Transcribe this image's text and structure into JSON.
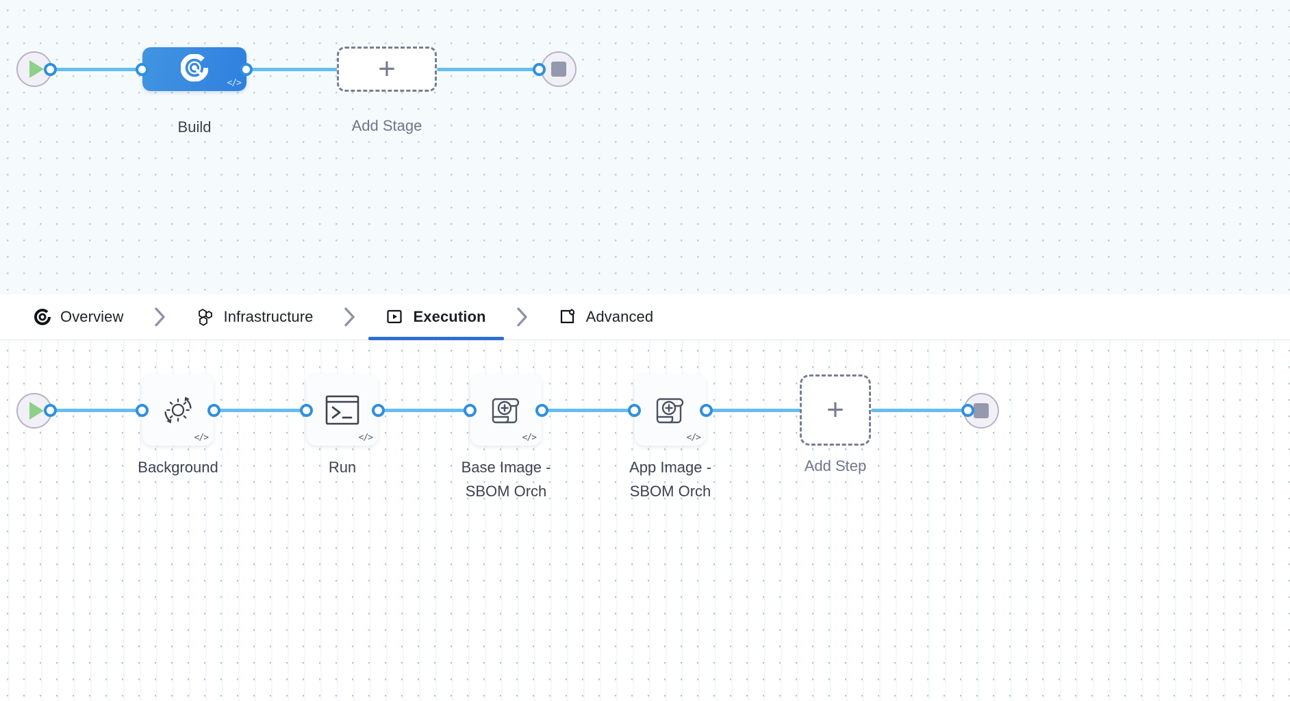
{
  "stage_canvas": {
    "name": "pipeline-stage-canvas",
    "start_node": {
      "icon": "play-icon",
      "label": ""
    },
    "end_node": {
      "icon": "stop-icon",
      "label": ""
    },
    "stages": [
      {
        "id": "build",
        "label": "Build",
        "icon": "harness-pie-icon",
        "badge": "</>",
        "selected": true
      }
    ],
    "add_stage": {
      "label": "Add Stage",
      "icon": "plus-icon"
    }
  },
  "tabbar": {
    "name": "stage-config-tabs",
    "separator": "chevron-right-icon",
    "tabs": [
      {
        "id": "overview",
        "label": "Overview",
        "icon": "overview-pie-icon",
        "active": false
      },
      {
        "id": "infrastructure",
        "label": "Infrastructure",
        "icon": "hexagons-icon",
        "active": false
      },
      {
        "id": "execution",
        "label": "Execution",
        "icon": "execution-play-icon",
        "active": true
      },
      {
        "id": "advanced",
        "label": "Advanced",
        "icon": "advanced-gear-icon",
        "active": false
      }
    ]
  },
  "step_canvas": {
    "name": "execution-step-canvas",
    "start_node": {
      "icon": "play-icon"
    },
    "end_node": {
      "icon": "stop-icon"
    },
    "steps": [
      {
        "id": "background",
        "label": "Background",
        "icon": "gear-rotate-icon",
        "badge": "</>"
      },
      {
        "id": "run",
        "label": "Run",
        "icon": "terminal-icon",
        "badge": "</>"
      },
      {
        "id": "base-image-sbom",
        "label": "Base Image -\nSBOM Orch",
        "icon": "scroll-plus-icon",
        "badge": "</>"
      },
      {
        "id": "app-image-sbom",
        "label": "App Image -\nSBOM Orch",
        "icon": "scroll-plus-icon",
        "badge": "</>"
      }
    ],
    "add_step": {
      "label": "Add Step",
      "icon": "plus-icon"
    }
  },
  "colors": {
    "edge": "#66bdf0",
    "port_ring": "#2f8fe0",
    "stage_selected": "#2f7fe0",
    "active_tab_underline": "#2f6fd0",
    "play_green": "#8ed08a",
    "stop_grey": "#9499ad",
    "stage_canvas_bg": "#f5fafd",
    "step_canvas_bg": "#ffffff",
    "dashed_border": "#777d92"
  }
}
